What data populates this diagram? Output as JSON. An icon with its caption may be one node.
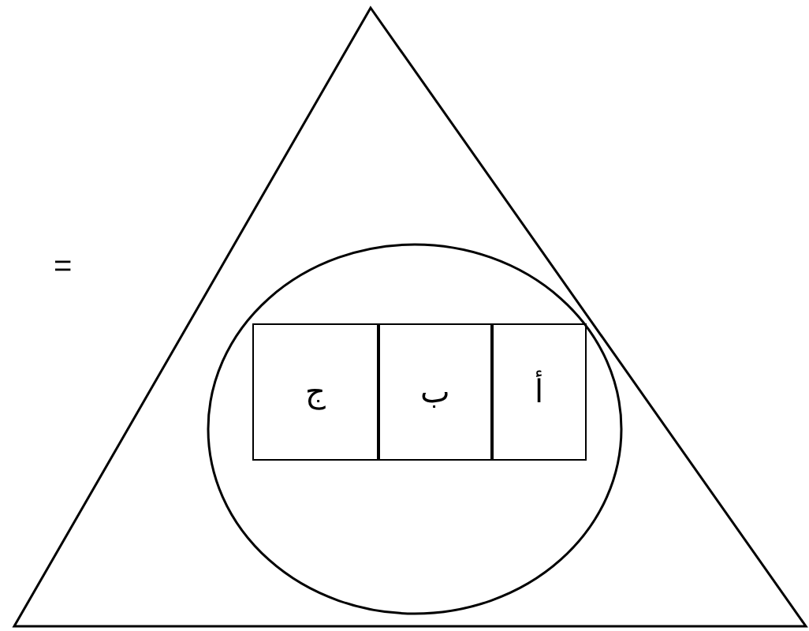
{
  "diagram": {
    "nodes": [
      {
        "text": [],
        "shape": "triangle"
      },
      {
        "text": [],
        "shape": "circle",
        "in": 0
      },
      {
        "text": [
          "أ"
        ],
        "in": 1
      },
      {
        "text": [
          "ب"
        ],
        "in": 1
      },
      {
        "text": [
          "ج"
        ],
        "in": 1
      }
    ],
    "labels": [
      "="
    ]
  }
}
